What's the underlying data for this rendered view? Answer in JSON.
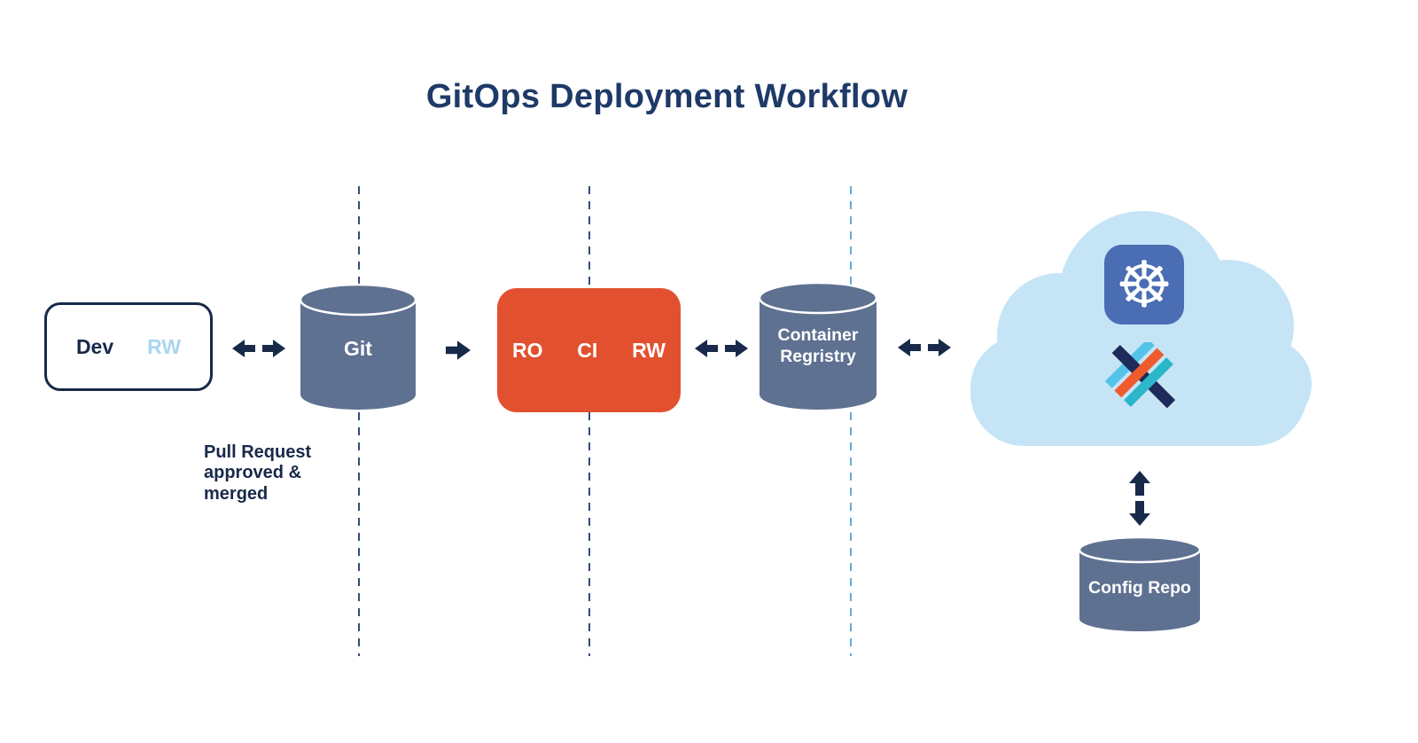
{
  "title": "GitOps Deployment Workflow",
  "colors": {
    "navy": "#18294a",
    "title_navy": "#1e3a68",
    "slate": "#5e7191",
    "orange": "#e2512f",
    "cloud_blue": "#c5e5f7",
    "rw_blue": "#a8d7f0",
    "k8s_blue": "#4a6db3",
    "dash_dark": "#2e4d7b",
    "dash_light": "#66a9d8",
    "flux_teal": "#2bb6c9",
    "flux_orange": "#f05b2d",
    "flux_lightblue": "#54c3e8",
    "flux_navy": "#1d2a5a"
  },
  "nodes": {
    "dev": {
      "label": "Dev",
      "access": "RW"
    },
    "git": {
      "label": "Git"
    },
    "ci": {
      "ro": "RO",
      "label": "CI",
      "rw": "RW"
    },
    "registry": {
      "label": "Container Regristry"
    },
    "config_repo": {
      "label": "Config Repo"
    }
  },
  "annotations": {
    "pull_request": "Pull Request approved & merged"
  },
  "icons": {
    "kubernetes_glyph": "☸"
  }
}
